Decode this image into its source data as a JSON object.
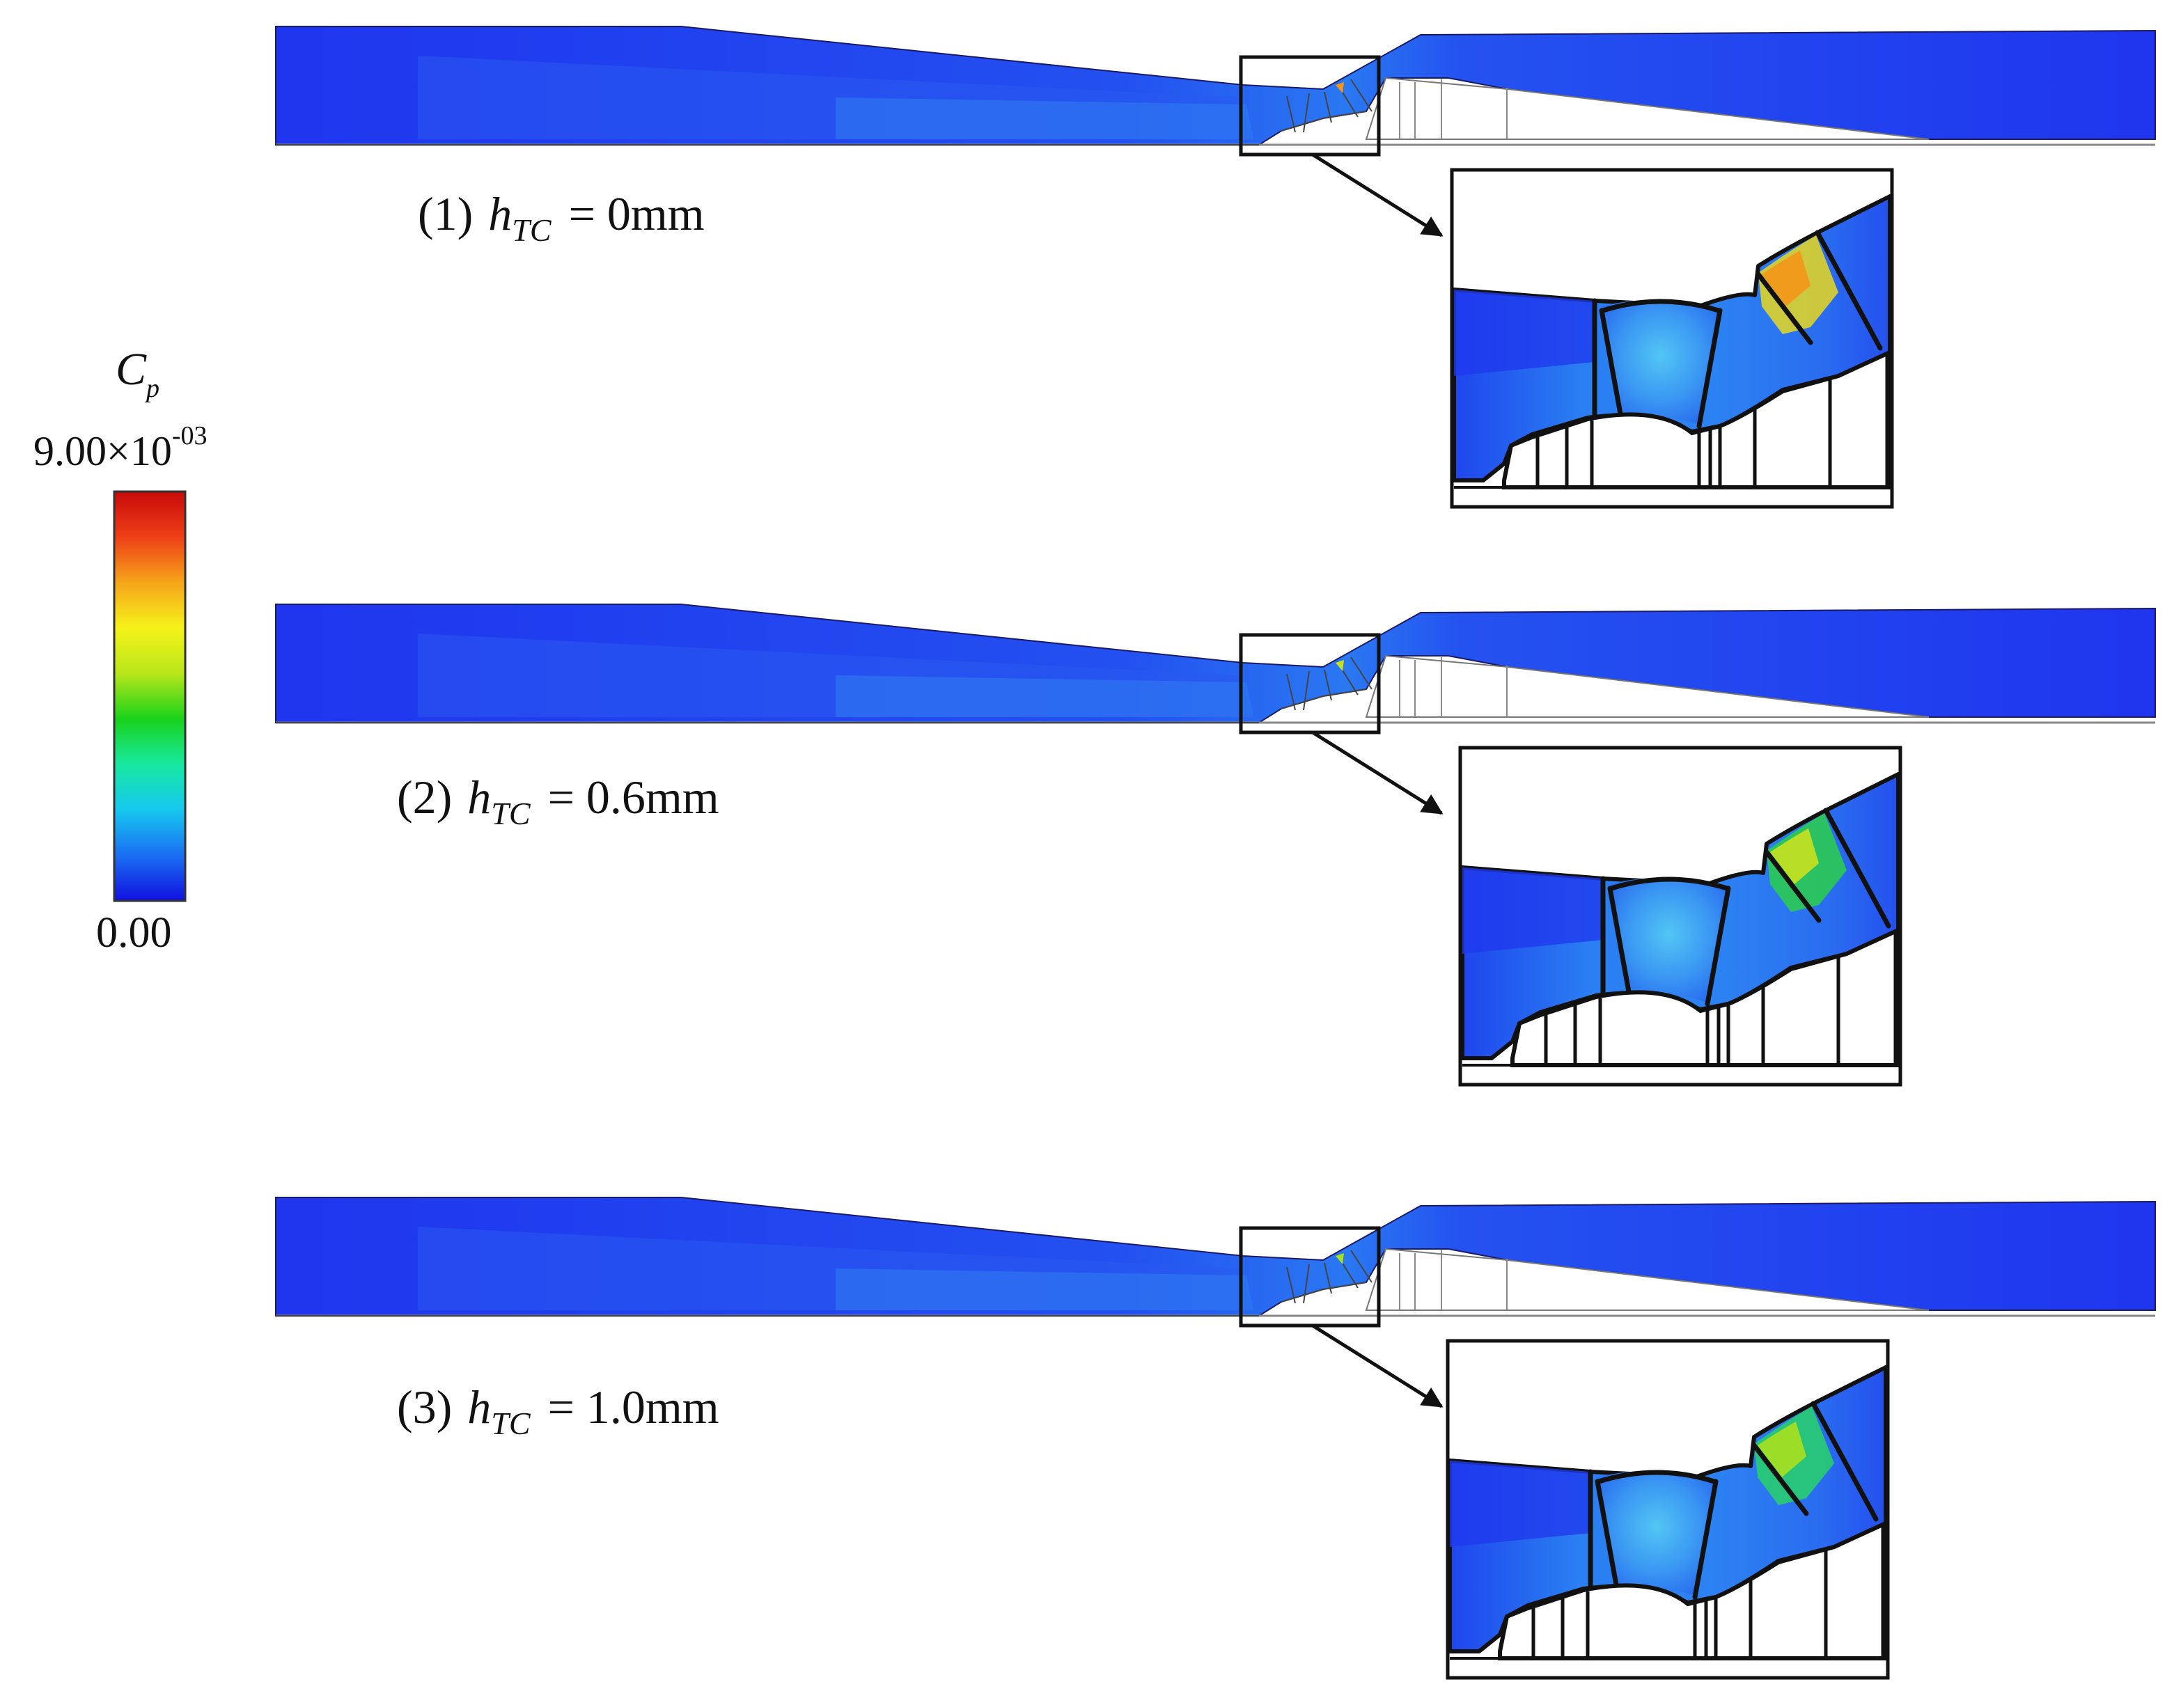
{
  "colorbar": {
    "symbol": "C",
    "symbol_subscript": "p",
    "max_mantissa": "9.00×10",
    "max_exponent": "-03",
    "min_label": "0.00",
    "colors": [
      "#1010e0",
      "#1a6ff2",
      "#16c8f0",
      "#17e8a0",
      "#19d21a",
      "#b8e61a",
      "#f6f21a",
      "#f6a41a",
      "#ee3f17",
      "#c80a0a"
    ]
  },
  "panels": [
    {
      "number": "(1)",
      "variable": "h",
      "subscript": "TC",
      "value": "= 0mm",
      "hotspot_color": "#e8d81e",
      "hotspot_core": "#f5961a"
    },
    {
      "number": "(2)",
      "variable": "h",
      "subscript": "TC",
      "value": "= 0.6mm",
      "hotspot_color": "#2ad04a",
      "hotspot_core": "#c8e21e"
    },
    {
      "number": "(3)",
      "variable": "h",
      "subscript": "TC",
      "value": "= 1.0mm",
      "hotspot_color": "#28d268",
      "hotspot_core": "#a8e01e"
    }
  ],
  "field_colors": {
    "base": "#1f3ff0",
    "mid": "#2a6cf2",
    "light": "#3a96f3",
    "cyan": "#46b8f2"
  }
}
